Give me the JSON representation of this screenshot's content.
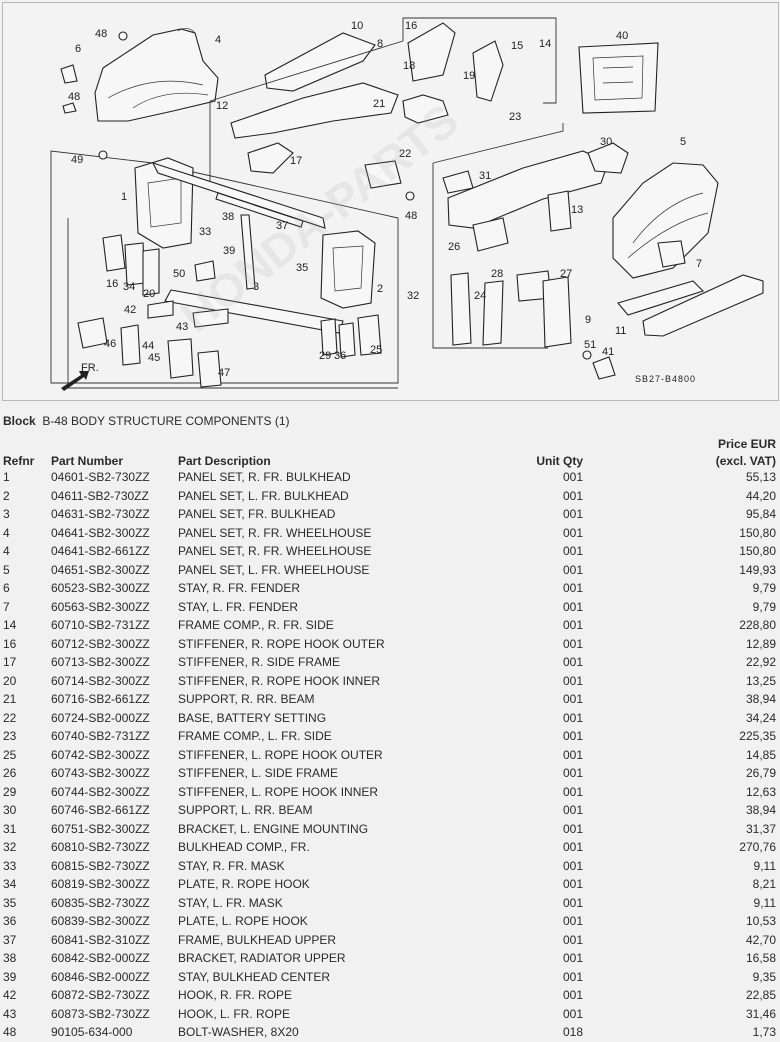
{
  "diagram": {
    "code": "SB27-B4800",
    "direction_label": "FR.",
    "watermark": "HONDA-PARTS",
    "callouts": [
      "48",
      "4",
      "6",
      "48",
      "10",
      "8",
      "12",
      "17",
      "21",
      "18",
      "16",
      "19",
      "15",
      "14",
      "40",
      "23",
      "22",
      "48",
      "30",
      "31",
      "13",
      "26",
      "5",
      "49",
      "1",
      "33",
      "38",
      "37",
      "39",
      "35",
      "2",
      "32",
      "3",
      "50",
      "16",
      "34",
      "20",
      "42",
      "43",
      "46",
      "44",
      "45",
      "47",
      "29",
      "36",
      "25",
      "28",
      "24",
      "27",
      "7",
      "9",
      "11",
      "51",
      "41"
    ]
  },
  "block": {
    "label": "Block",
    "title": "B-48 BODY STRUCTURE COMPONENTS (1)"
  },
  "columns": {
    "refnr": "Refnr",
    "part_number": "Part Number",
    "description": "Part Description",
    "qty": "Unit Qty",
    "price_line1": "Price EUR",
    "price_line2": "(excl. VAT)"
  },
  "rows": [
    [
      "1",
      "04601-SB2-730ZZ",
      "PANEL SET, R. FR. BULKHEAD",
      "001",
      "55,13"
    ],
    [
      "2",
      "04611-SB2-730ZZ",
      "PANEL SET, L. FR. BULKHEAD",
      "001",
      "44,20"
    ],
    [
      "3",
      "04631-SB2-730ZZ",
      "PANEL SET, FR. BULKHEAD",
      "001",
      "95,84"
    ],
    [
      "4",
      "04641-SB2-300ZZ",
      "PANEL SET, R. FR. WHEELHOUSE",
      "001",
      "150,80"
    ],
    [
      "4",
      "04641-SB2-661ZZ",
      "PANEL SET, R. FR. WHEELHOUSE",
      "001",
      "150,80"
    ],
    [
      "5",
      "04651-SB2-300ZZ",
      "PANEL SET, L. FR. WHEELHOUSE",
      "001",
      "149,93"
    ],
    [
      "6",
      "60523-SB2-300ZZ",
      "STAY, R. FR. FENDER",
      "001",
      "9,79"
    ],
    [
      "7",
      "60563-SB2-300ZZ",
      "STAY, L. FR. FENDER",
      "001",
      "9,79"
    ],
    [
      "14",
      "60710-SB2-731ZZ",
      "FRAME COMP., R. FR. SIDE",
      "001",
      "228,80"
    ],
    [
      "16",
      "60712-SB2-300ZZ",
      "STIFFENER, R. ROPE HOOK OUTER",
      "001",
      "12,89"
    ],
    [
      "17",
      "60713-SB2-300ZZ",
      "STIFFENER, R. SIDE FRAME",
      "001",
      "22,92"
    ],
    [
      "20",
      "60714-SB2-300ZZ",
      "STIFFENER, R. ROPE HOOK INNER",
      "001",
      "13,25"
    ],
    [
      "21",
      "60716-SB2-661ZZ",
      "SUPPORT, R. RR. BEAM",
      "001",
      "38,94"
    ],
    [
      "22",
      "60724-SB2-000ZZ",
      "BASE, BATTERY SETTING",
      "001",
      "34,24"
    ],
    [
      "23",
      "60740-SB2-731ZZ",
      "FRAME COMP., L. FR. SIDE",
      "001",
      "225,35"
    ],
    [
      "25",
      "60742-SB2-300ZZ",
      "STIFFENER, L. ROPE HOOK OUTER",
      "001",
      "14,85"
    ],
    [
      "26",
      "60743-SB2-300ZZ",
      "STIFFENER, L. SIDE FRAME",
      "001",
      "26,79"
    ],
    [
      "29",
      "60744-SB2-300ZZ",
      "STIFFENER, L. ROPE HOOK INNER",
      "001",
      "12,63"
    ],
    [
      "30",
      "60746-SB2-661ZZ",
      "SUPPORT, L. RR. BEAM",
      "001",
      "38,94"
    ],
    [
      "31",
      "60751-SB2-300ZZ",
      "BRACKET, L. ENGINE MOUNTING",
      "001",
      "31,37"
    ],
    [
      "32",
      "60810-SB2-730ZZ",
      "BULKHEAD COMP., FR.",
      "001",
      "270,76"
    ],
    [
      "33",
      "60815-SB2-730ZZ",
      "STAY, R. FR. MASK",
      "001",
      "9,11"
    ],
    [
      "34",
      "60819-SB2-300ZZ",
      "PLATE, R. ROPE HOOK",
      "001",
      "8,21"
    ],
    [
      "35",
      "60835-SB2-730ZZ",
      "STAY, L. FR. MASK",
      "001",
      "9,11"
    ],
    [
      "36",
      "60839-SB2-300ZZ",
      "PLATE, L. ROPE HOOK",
      "001",
      "10,53"
    ],
    [
      "37",
      "60841-SB2-310ZZ",
      "FRAME, BULKHEAD UPPER",
      "001",
      "42,70"
    ],
    [
      "38",
      "60842-SB2-000ZZ",
      "BRACKET, RADIATOR UPPER",
      "001",
      "16,58"
    ],
    [
      "39",
      "60846-SB2-000ZZ",
      "STAY, BULKHEAD CENTER",
      "001",
      "9,35"
    ],
    [
      "42",
      "60872-SB2-730ZZ",
      "HOOK, R. FR. ROPE",
      "001",
      "22,85"
    ],
    [
      "43",
      "60873-SB2-730ZZ",
      "HOOK, L. FR. ROPE",
      "001",
      "31,46"
    ],
    [
      "48",
      "90105-634-000",
      "BOLT-WASHER, 8X20",
      "018",
      "1,73"
    ]
  ]
}
